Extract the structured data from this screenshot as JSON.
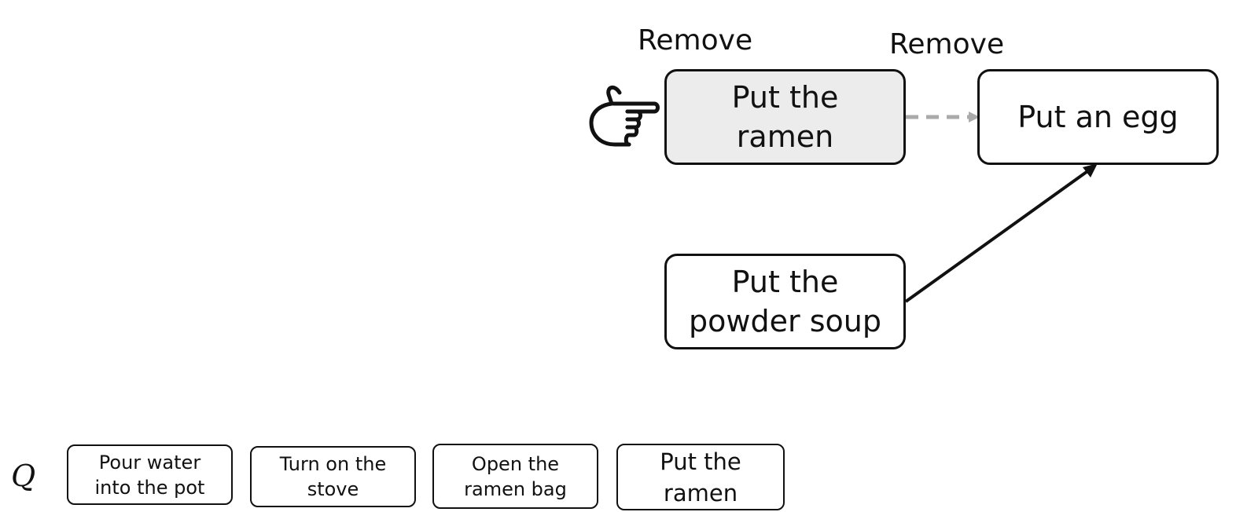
{
  "graph": {
    "labels": {
      "remove_left": "Remove",
      "remove_right": "Remove"
    },
    "nodes": {
      "put_ramen": "Put the\nramen",
      "put_egg": "Put an egg",
      "put_powder_soup": "Put the\npowder soup"
    },
    "edges": [
      {
        "from": "put_ramen",
        "to": "put_egg",
        "style": "dashed",
        "color": "#aaaaaa"
      },
      {
        "from": "put_powder_soup",
        "to": "put_egg",
        "style": "solid",
        "color": "#111111"
      }
    ],
    "pointer_icon": "pointing-hand-icon",
    "selected_node": "put_ramen"
  },
  "queue": {
    "label": "Q",
    "items": [
      "Pour water\ninto the pot",
      "Turn on the\nstove",
      "Open the\nramen bag",
      "Put the\nramen"
    ]
  },
  "colors": {
    "stroke": "#111111",
    "selected_fill": "#ececec",
    "dashed_edge": "#aaaaaa"
  }
}
